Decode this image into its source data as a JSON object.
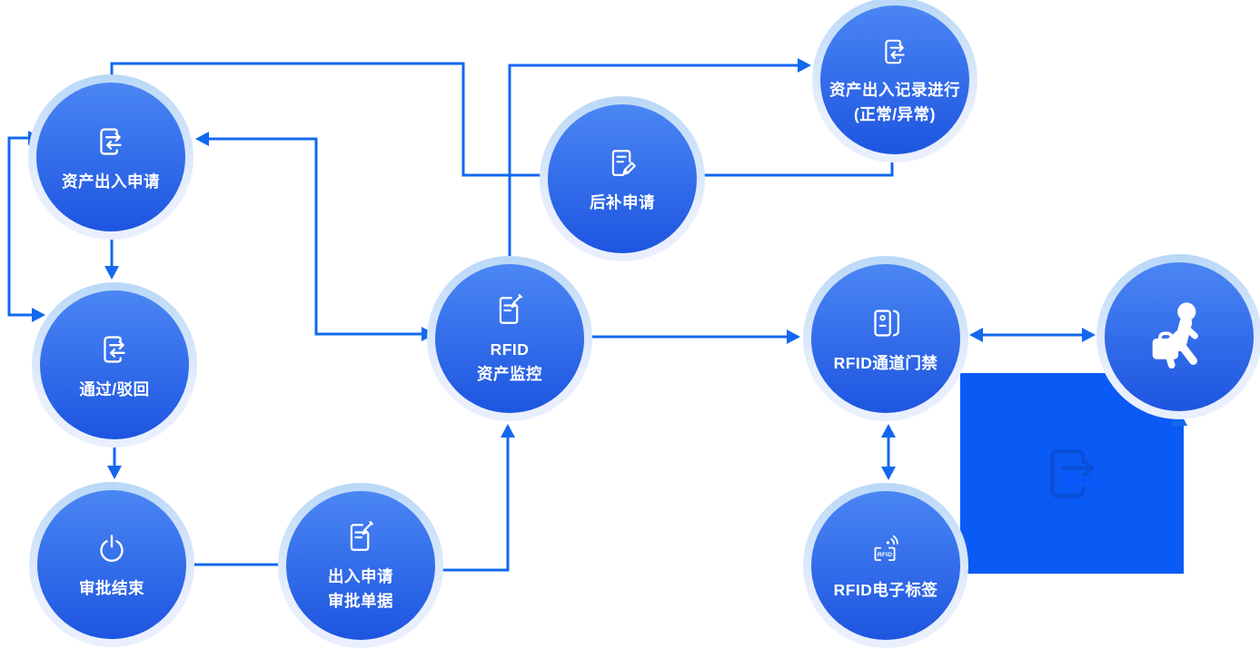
{
  "palette": {
    "node_top": "#4b86f4",
    "node_bottom": "#1d55e0",
    "halo_top": "#b9d8f7",
    "halo_bottom": "#e9effd",
    "edge": "#1368ef",
    "square": "#0a5af5",
    "square_icon": "#0a4fd8",
    "square_icon_bright": "#0b55ff"
  },
  "nodes": [
    {
      "id": "asset-in-out-apply",
      "icon": "document-in-out-icon",
      "label_lines": [
        "资产出入申请"
      ]
    },
    {
      "id": "pass-reject",
      "icon": "document-in-out-icon",
      "label_lines": [
        "通过/驳回"
      ]
    },
    {
      "id": "approval-end",
      "icon": "power-icon",
      "label_lines": [
        "审批结束"
      ]
    },
    {
      "id": "in-out-approval-doc",
      "icon": "document-edit-icon",
      "label_lines": [
        "出入申请",
        "审批单据"
      ]
    },
    {
      "id": "rfid-asset-monitor",
      "icon": "document-edit-icon",
      "label_lines": [
        "RFID",
        "资产监控"
      ]
    },
    {
      "id": "supplement-apply",
      "icon": "document-pencil-icon",
      "label_lines": [
        "后补申请"
      ]
    },
    {
      "id": "asset-in-out-record",
      "icon": "document-in-out-icon",
      "label_lines": [
        "资产出入记录进行",
        "(正常/异常)"
      ]
    },
    {
      "id": "rfid-gate",
      "icon": "access-gate-icon",
      "label_lines": [
        "RFID通道门禁"
      ]
    },
    {
      "id": "rfid-tag",
      "icon": "rfid-tag-icon",
      "label_lines": [
        "RFID电子标签"
      ],
      "tag_text": "RFID"
    },
    {
      "id": "person",
      "icon": "walking-person-briefcase-icon",
      "label_lines": []
    }
  ],
  "panel": {
    "id": "blue-panel",
    "icon": "document-transfer-watermark-icon"
  }
}
